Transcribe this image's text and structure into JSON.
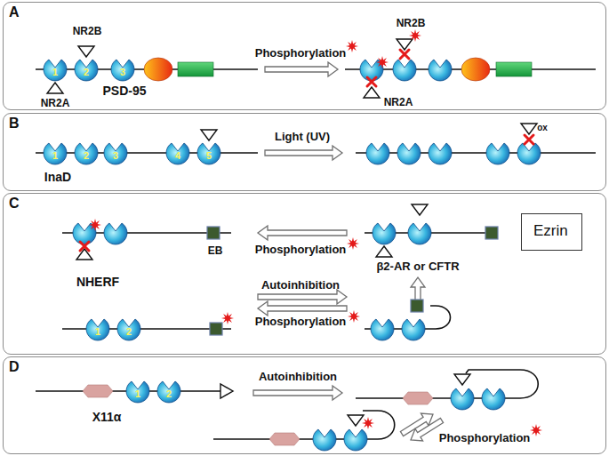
{
  "diagram": {
    "nodes": [
      {
        "text": [
          "A"
        ]
      },
      {
        "text": [
          "B"
        ]
      },
      {
        "text": [
          "C"
        ]
      },
      {
        "text": [
          "D"
        ]
      },
      {
        "text": [
          "Ezrin"
        ],
        "in": 2
      }
    ],
    "labels": [
      "NR2B",
      "NR2A",
      "PSD-95",
      "Phosphorylation",
      "NR2B",
      "NR2A",
      "1",
      "2",
      "3",
      "InaD",
      "Light (UV)",
      "ox",
      "1",
      "2",
      "3",
      "4",
      "5",
      "EB",
      "NHERF",
      "Phosphorylation",
      "β2-AR or CFTR",
      "Autoinhibition",
      "Phosphorylation",
      "1",
      "2",
      "X11α",
      "Autoinhibition",
      "Phosphorylation",
      "1",
      "2"
    ]
  }
}
